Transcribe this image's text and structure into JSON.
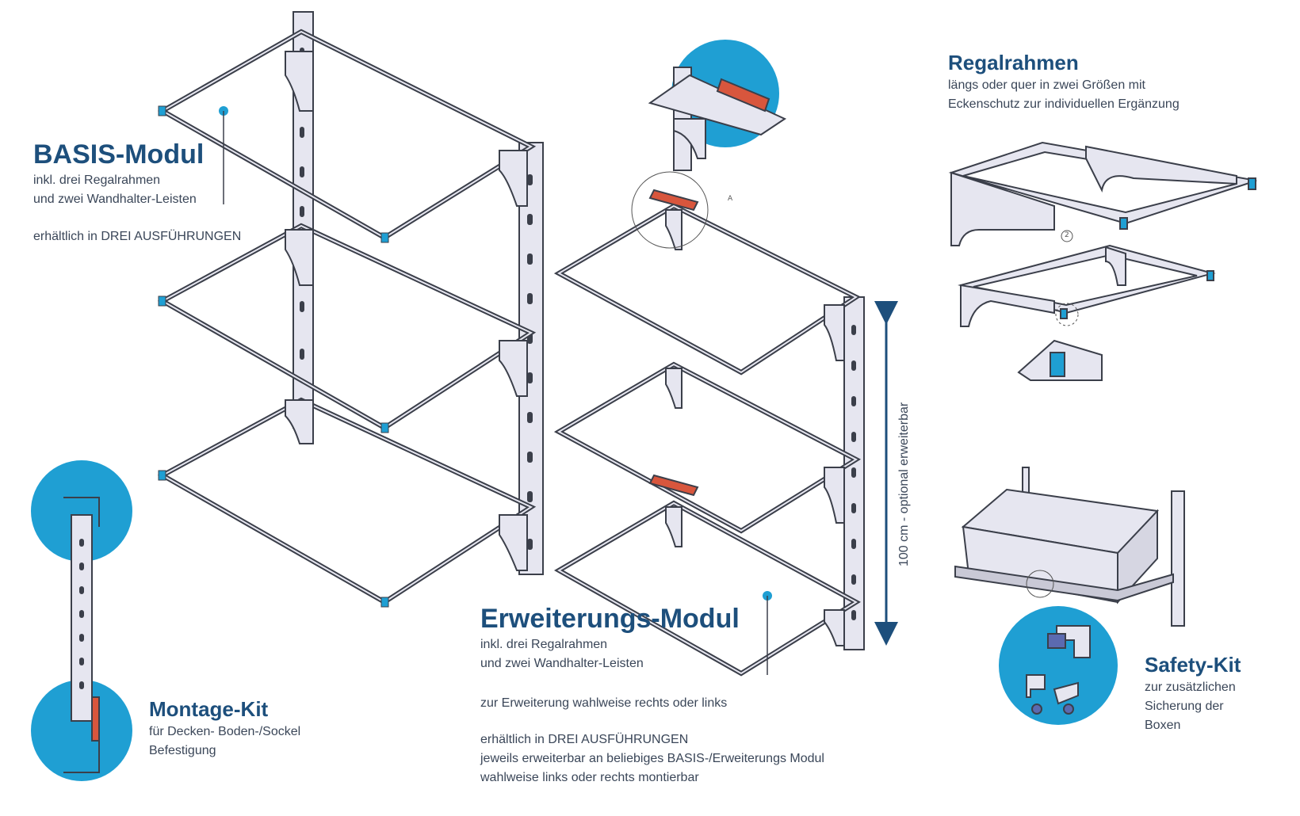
{
  "colors": {
    "title": "#1d4f7c",
    "text": "#3a4658",
    "accent_blue": "#1f9fd3",
    "frame_fill": "#e6e6f0",
    "frame_stroke": "#3b3f4a",
    "bracket_red": "#d8563d"
  },
  "basis": {
    "title": "BASIS-Modul",
    "lines": [
      "inkl. drei Regalrahmen",
      "und zwei Wandhalter-Leisten"
    ],
    "availability": "erhältlich in DREI AUSFÜHRUNGEN"
  },
  "erweiterung": {
    "title": "Erweiterungs-Modul",
    "lines": [
      "inkl. drei Regalrahmen",
      "und zwei Wandhalter-Leisten"
    ],
    "side": "zur Erweiterung wahlweise rechts oder links",
    "availability": [
      "erhältlich in DREI AUSFÜHRUNGEN",
      "jeweils erweiterbar an beliebiges BASIS-/Erweiterungs Modul",
      "wahlweise links oder rechts montierbar"
    ]
  },
  "regalrahmen": {
    "title": "Regalrahmen",
    "lines": [
      "längs oder quer in zwei Größen mit",
      "Eckenschutz zur individuellen Ergänzung"
    ]
  },
  "montage": {
    "title": "Montage-Kit",
    "lines": [
      "für Decken- Boden-/Sockel",
      "Befestigung"
    ]
  },
  "safety": {
    "title": "Safety-Kit",
    "lines": [
      "zur zusätzlichen",
      "Sicherung der",
      "Boxen"
    ]
  },
  "dimension": {
    "label": "100 cm - optional erweiterbar"
  },
  "callouts": {
    "detail_a": "A",
    "item_2": "2"
  }
}
